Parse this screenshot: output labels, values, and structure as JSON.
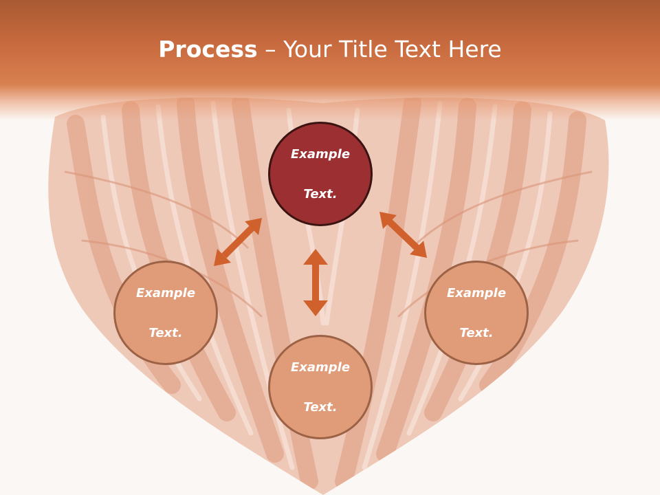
{
  "slide": {
    "title_bold": "Process",
    "title_rest": " – Your Title Text Here"
  },
  "diagram": {
    "nodes": [
      {
        "id": "top",
        "line1": "Example",
        "line2": "Text."
      },
      {
        "id": "left",
        "line1": "Example",
        "line2": "Text."
      },
      {
        "id": "bottom",
        "line1": "Example",
        "line2": "Text."
      },
      {
        "id": "right",
        "line1": "Example",
        "line2": "Text."
      }
    ]
  },
  "colors": {
    "header": "#c7693e",
    "top_node": "#9b2f31",
    "side_node": "#e09c78",
    "arrow": "#d0612c"
  }
}
